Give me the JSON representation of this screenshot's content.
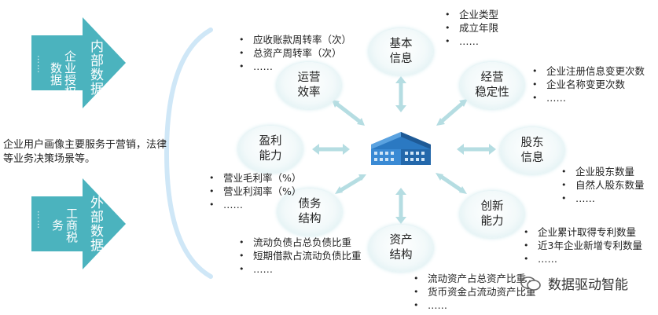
{
  "description": "企业用户画像主要服务于营销，法律等业务决策场景等。",
  "internal": {
    "arrow_label": "内部数据",
    "source_label": "企业授权数据",
    "dots": "……"
  },
  "external": {
    "arrow_label": "外部数据",
    "source_label": "工商税务",
    "dots": "……"
  },
  "center_icon": "building-icon",
  "nodes": {
    "basic": {
      "l1": "基本",
      "l2": "信息"
    },
    "stability": {
      "l1": "经营",
      "l2": "稳定性"
    },
    "shareholder": {
      "l1": "股东",
      "l2": "信息"
    },
    "innovation": {
      "l1": "创新",
      "l2": "能力"
    },
    "asset": {
      "l1": "资产",
      "l2": "结构"
    },
    "debt": {
      "l1": "债务",
      "l2": "结构"
    },
    "profit": {
      "l1": "盈利",
      "l2": "能力"
    },
    "operation": {
      "l1": "运营",
      "l2": "效率"
    }
  },
  "lists": {
    "basic": [
      "企业类型",
      "成立年限",
      "……"
    ],
    "stability": [
      "企业注册信息变更次数",
      "企业名称变更次数",
      "……"
    ],
    "shareholder": [
      "企业股东数量",
      "自然人股东数量",
      "……"
    ],
    "innovation": [
      "企业累计取得专利数量",
      "近3年企业新增专利数量",
      "……"
    ],
    "asset": [
      "流动资产占总资产比重",
      "货币资金占流动资产比重",
      "……"
    ],
    "debt": [
      "流动负债占总负债比重",
      "短期借款占流动负债比重",
      "……"
    ],
    "profit": [
      "营业毛利率（%）",
      "营业利润率（%）",
      "……"
    ],
    "operation": [
      "应收账款周转率（次）",
      "总资产周转率（次）",
      "……"
    ]
  },
  "watermark": "数据驱动智能",
  "colors": {
    "arrow": "#4bb3be",
    "bracket": "#cfe7f7",
    "connector": "#b5dde2"
  }
}
